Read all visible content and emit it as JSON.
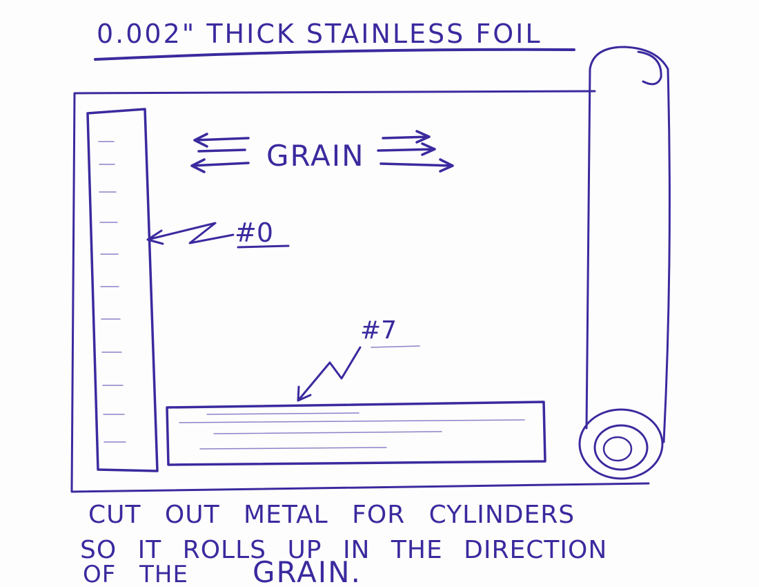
{
  "title": "0.002\" THICK STAINLESS FOIL",
  "grain_label": "GRAIN",
  "label_strip_0": "#0",
  "label_strip_7": "#7",
  "caption": {
    "line1": "CUT OUT METAL FOR CYLINDERS",
    "line2": "SO IT ROLLS UP IN THE DIRECTION",
    "line3": "OF THE",
    "line3_emphasis": "GRAIN."
  },
  "colors": {
    "ink": "#3a2a9e",
    "paper": "#fdfdfd"
  }
}
